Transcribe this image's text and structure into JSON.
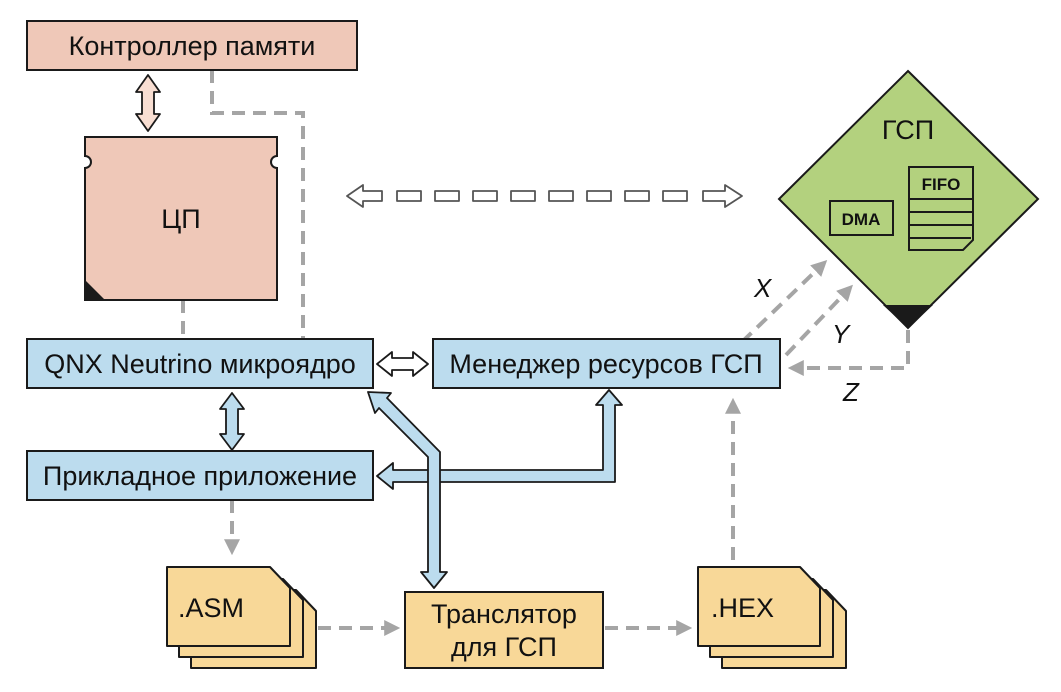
{
  "nodes": {
    "memory_controller": "Контроллер памяти",
    "cpu": "ЦП",
    "kernel": "QNX Neutrino микроядро",
    "gpu_manager": "Менеджер ресурсов ГСП",
    "application": "Прикладное приложение",
    "asm": ".ASM",
    "translator_line1": "Транслятор",
    "translator_line2": "для ГСП",
    "hex": ".HEX",
    "gpu": "ГСП",
    "dma": "DMA",
    "fifo": "FIFO"
  },
  "arrow_labels": {
    "x": "X",
    "y": "Y",
    "z": "Z"
  },
  "colors": {
    "salmon": "#efc8b8",
    "blue": "#bcdcee",
    "yellow": "#f8d898",
    "green": "#b3d17e",
    "dashed": "#a5a5a5",
    "outline": "#1a1a1a"
  }
}
